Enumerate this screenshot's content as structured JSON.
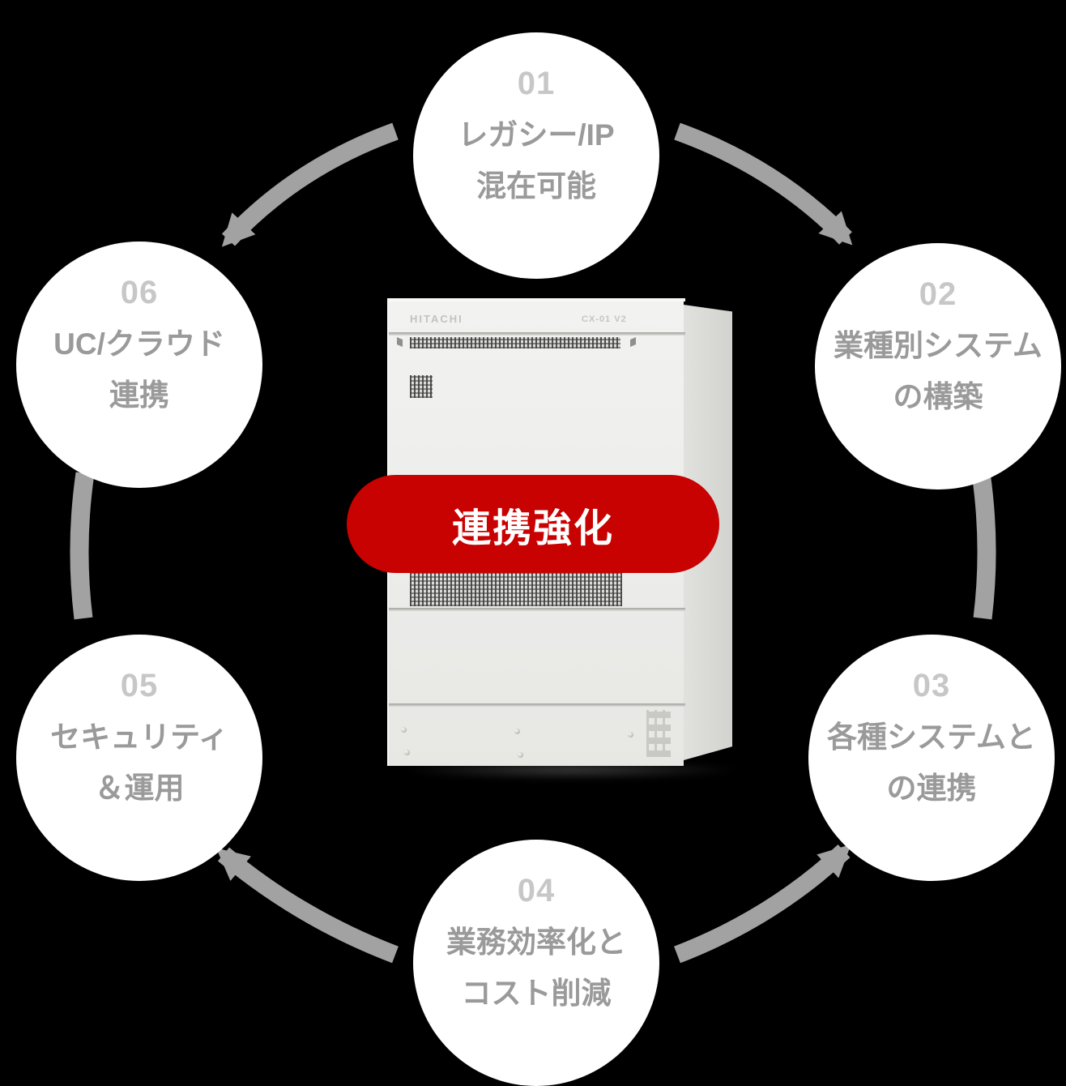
{
  "diagram": {
    "kind": "feature-cycle",
    "colors": {
      "background": "#000000",
      "circle_fill": "#ffffff",
      "number_text": "#c7c7c7",
      "label_text": "#9a9a9a",
      "connector": "#a2a2a2",
      "badge_fill": "#c80101",
      "badge_text": "#ffffff",
      "cabinet_body": "#ececea",
      "cabinet_side": "#d5d5d2"
    },
    "center_badge": {
      "label": "連携強化"
    },
    "device": {
      "brand": "HITACHI",
      "model": "CX-01 V2"
    },
    "features": [
      {
        "number": "01",
        "line1": "レガシー/IP",
        "line2": "混在可能"
      },
      {
        "number": "02",
        "line1": "業種別システム",
        "line2": "の構築"
      },
      {
        "number": "03",
        "line1": "各種システムと",
        "line2": "の連携"
      },
      {
        "number": "04",
        "line1": "業務効率化と",
        "line2": "コスト削減"
      },
      {
        "number": "05",
        "line1": "セキュリティ",
        "line2": "＆運用"
      },
      {
        "number": "06",
        "line1": "UC/クラウド",
        "line2": "連携"
      }
    ],
    "connector_flows": [
      "01→02",
      "01→06",
      "04→03",
      "04→05",
      "02–03",
      "05–06"
    ]
  }
}
